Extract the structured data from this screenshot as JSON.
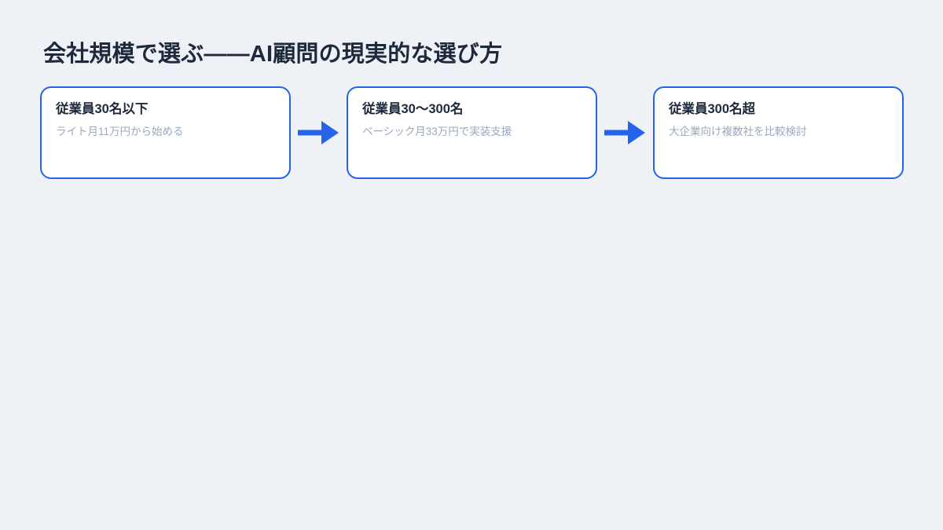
{
  "slide": {
    "title": "会社規模で選ぶ——AI顧問の現実的な選び方",
    "background_color": "#eef2f7",
    "accent_color": "#2563eb",
    "title_color": "#1e293b",
    "description_color": "#9aa8bb"
  },
  "flow": {
    "arrow_icon": "arrow-right-icon",
    "steps": [
      {
        "title": "従業員30名以下",
        "description": "ライト月11万円から始める"
      },
      {
        "title": "従業員30〜300名",
        "description": "ベーシック月33万円で実装支援"
      },
      {
        "title": "従業員300名超",
        "description": "大企業向け複数社を比較検討"
      }
    ],
    "connectors": [
      {
        "label": "arrow-right-icon"
      },
      {
        "label": "arrow-right-icon"
      }
    ]
  }
}
